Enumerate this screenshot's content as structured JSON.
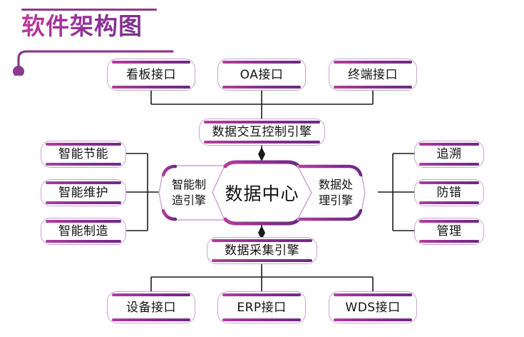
{
  "page": {
    "title": "软件架构图",
    "accent_purple": "#8e3a8e",
    "accent_magenta": "#b23d9c",
    "box_outline": "#caa3cf",
    "line_color": "#1a1a1a",
    "background": "#ffffff"
  },
  "diagram": {
    "type": "hierarchy",
    "top_row": [
      {
        "label": "看板接口"
      },
      {
        "label": "OA接口"
      },
      {
        "label": "终端接口"
      }
    ],
    "top_hub": {
      "label": "数据交互控制引擎"
    },
    "center": {
      "core": {
        "label": "数据中心"
      },
      "left_engine": {
        "line1": "智能制",
        "line2": "造引擎"
      },
      "right_engine": {
        "line1": "数据处",
        "line2": "理引擎"
      }
    },
    "left_column": [
      {
        "label": "智能节能"
      },
      {
        "label": "智能维护"
      },
      {
        "label": "智能制造"
      }
    ],
    "right_column": [
      {
        "label": "追溯"
      },
      {
        "label": "防错"
      },
      {
        "label": "管理"
      }
    ],
    "bottom_hub": {
      "label": "数据采集引擎"
    },
    "bottom_row": [
      {
        "label": "设备接口"
      },
      {
        "label": "ERP接口"
      },
      {
        "label": "WDS接口"
      }
    ]
  }
}
